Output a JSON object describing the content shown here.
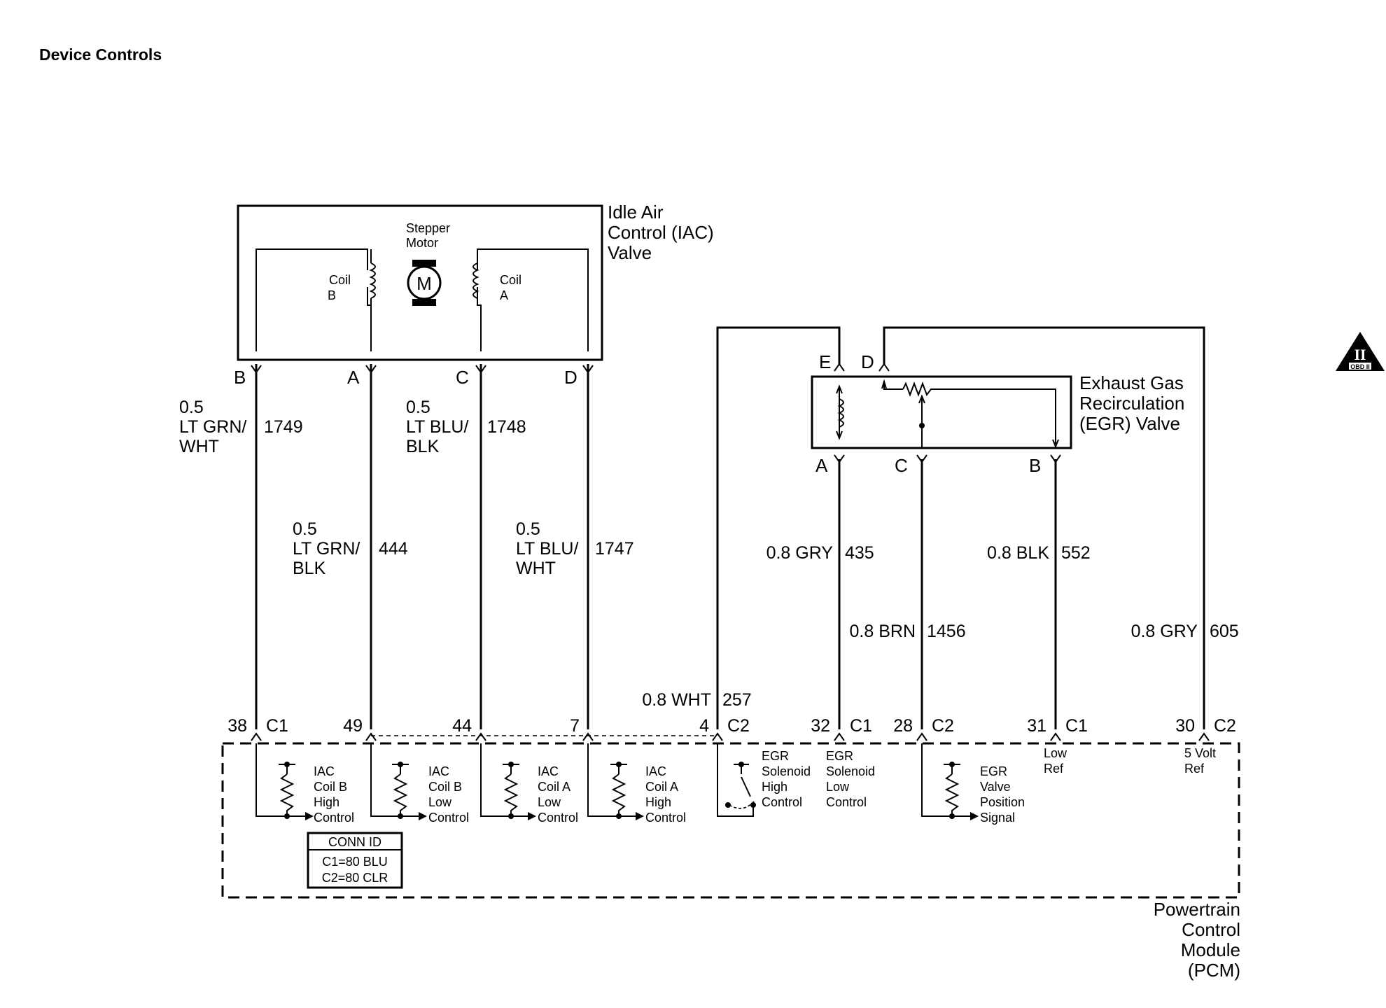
{
  "page_title": "Device Controls",
  "iac_valve": {
    "label_lines": [
      "Idle Air",
      "Control (IAC)",
      "Valve"
    ],
    "motor_label_lines": [
      "Stepper",
      "Motor"
    ],
    "motor_symbol": "M",
    "coil_b_lines": [
      "Coil",
      "B"
    ],
    "coil_a_lines": [
      "Coil",
      "A"
    ],
    "terminals": [
      "B",
      "A",
      "C",
      "D"
    ]
  },
  "egr_valve": {
    "label_lines": [
      "Exhaust Gas",
      "Recirculation",
      "(EGR) Valve"
    ],
    "top_terminals": [
      "E",
      "D"
    ],
    "bottom_terminals": [
      "A",
      "C",
      "B"
    ]
  },
  "wires": [
    {
      "id": "1749",
      "size_lines": [
        "0.5",
        "LT GRN/",
        "WHT"
      ],
      "circuit": "1749"
    },
    {
      "id": "444",
      "size_lines": [
        "0.5",
        "LT GRN/",
        "BLK"
      ],
      "circuit": "444"
    },
    {
      "id": "1748",
      "size_lines": [
        "0.5",
        "LT BLU/",
        "BLK"
      ],
      "circuit": "1748"
    },
    {
      "id": "1747",
      "size_lines": [
        "0.5",
        "LT BLU/",
        "WHT"
      ],
      "circuit": "1747"
    },
    {
      "id": "257",
      "size_lines": [
        "0.8 WHT"
      ],
      "circuit": "257"
    },
    {
      "id": "435",
      "size_lines": [
        "0.8 GRY"
      ],
      "circuit": "435"
    },
    {
      "id": "1456",
      "size_lines": [
        "0.8 BRN"
      ],
      "circuit": "1456"
    },
    {
      "id": "552",
      "size_lines": [
        "0.8 BLK"
      ],
      "circuit": "552"
    },
    {
      "id": "605",
      "size_lines": [
        "0.8 GRY"
      ],
      "circuit": "605"
    }
  ],
  "pcm_pins": [
    {
      "pin": "38",
      "connector": "C1"
    },
    {
      "pin": "49",
      "connector": ""
    },
    {
      "pin": "44",
      "connector": ""
    },
    {
      "pin": "7",
      "connector": ""
    },
    {
      "pin": "4",
      "connector": "C2"
    },
    {
      "pin": "32",
      "connector": "C1"
    },
    {
      "pin": "28",
      "connector": "C2"
    },
    {
      "pin": "31",
      "connector": "C1"
    },
    {
      "pin": "30",
      "connector": "C2"
    }
  ],
  "pcm_circuits": [
    {
      "lines": [
        "IAC",
        "Coil B",
        "High",
        "Control"
      ]
    },
    {
      "lines": [
        "IAC",
        "Coil B",
        "Low",
        "Control"
      ]
    },
    {
      "lines": [
        "IAC",
        "Coil A",
        "Low",
        "Control"
      ]
    },
    {
      "lines": [
        "IAC",
        "Coil A",
        "High",
        "Control"
      ]
    },
    {
      "lines": [
        "EGR",
        "Solenoid",
        "High",
        "Control"
      ]
    },
    {
      "lines": [
        "EGR",
        "Solenoid",
        "Low",
        "Control"
      ]
    },
    {
      "lines": [
        "EGR",
        "Valve",
        "Position",
        "Signal"
      ]
    },
    {
      "lines": [
        "Low",
        "Ref"
      ]
    },
    {
      "lines": [
        "5 Volt",
        "Ref"
      ]
    }
  ],
  "conn_id": {
    "title": "CONN ID",
    "lines": [
      "C1=80 BLU",
      "C2=80 CLR"
    ]
  },
  "pcm_label_lines": [
    "Powertrain",
    "Control",
    "Module",
    "(PCM)"
  ],
  "obd_badge": {
    "symbol": "II",
    "text": "OBD II"
  }
}
